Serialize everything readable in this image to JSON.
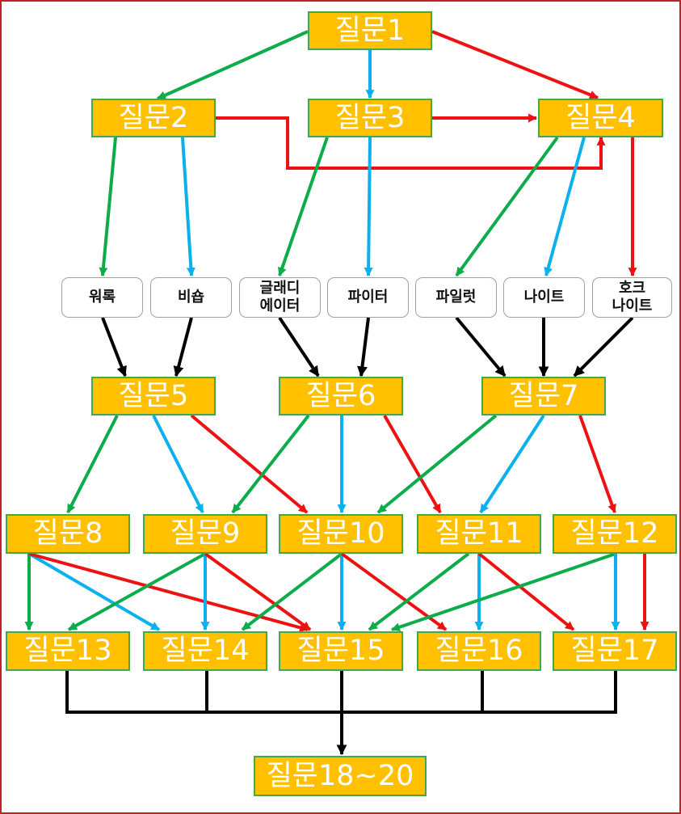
{
  "questions": {
    "q1": "질문1",
    "q2": "질문2",
    "q3": "질문3",
    "q4": "질문4",
    "q5": "질문5",
    "q6": "질문6",
    "q7": "질문7",
    "q8": "질문8",
    "q9": "질문9",
    "q10": "질문10",
    "q11": "질문11",
    "q12": "질문12",
    "q13": "질문13",
    "q14": "질문14",
    "q15": "질문15",
    "q16": "질문16",
    "q17": "질문17",
    "q18_20": "질문18~20"
  },
  "classes": {
    "warlock": "워록",
    "bishop": "비숍",
    "gladiator": "글래디\n에이터",
    "fighter": "파이터",
    "pilot": "파일럿",
    "knight": "나이트",
    "hawk_knight": "호크\n나이트"
  },
  "colors": {
    "node_fill": "#ffc000",
    "node_border": "#41a94a",
    "green": "#0cac4a",
    "blue": "#0cb0ec",
    "red": "#ee1111",
    "black": "#000000",
    "frame": "#c0222a"
  }
}
